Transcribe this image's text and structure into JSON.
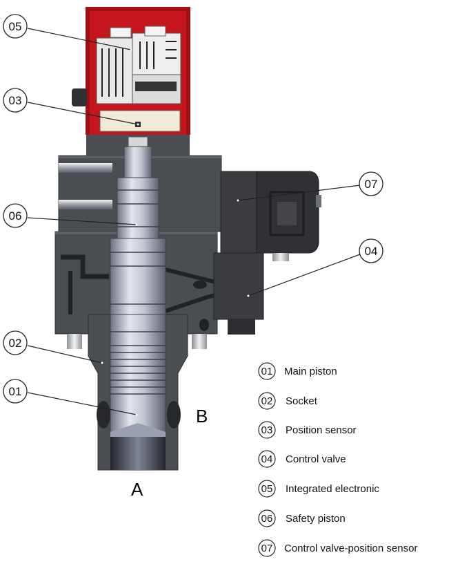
{
  "callouts": [
    {
      "id": "05"
    },
    {
      "id": "03"
    },
    {
      "id": "06"
    },
    {
      "id": "07"
    },
    {
      "id": "04"
    },
    {
      "id": "02"
    },
    {
      "id": "01"
    }
  ],
  "ports": {
    "a": "A",
    "b": "B"
  },
  "legend": [
    {
      "num": "01",
      "label": "Main piston"
    },
    {
      "num": "02",
      "label": "Socket"
    },
    {
      "num": "03",
      "label": "Position sensor"
    },
    {
      "num": "04",
      "label": "Control valve"
    },
    {
      "num": "05",
      "label": "Integrated electronic"
    },
    {
      "num": "06",
      "label": "Safety piston"
    },
    {
      "num": "07",
      "label": "Control valve-position sensor"
    }
  ],
  "colors": {
    "housing": "#4a4d52",
    "housing_dark": "#34373b",
    "electronics_red": "#c4161c",
    "piston_light": "#c9ccd6",
    "piston_dark": "#7d8291",
    "solenoid": "#3a3c40",
    "background": "#ffffff"
  }
}
